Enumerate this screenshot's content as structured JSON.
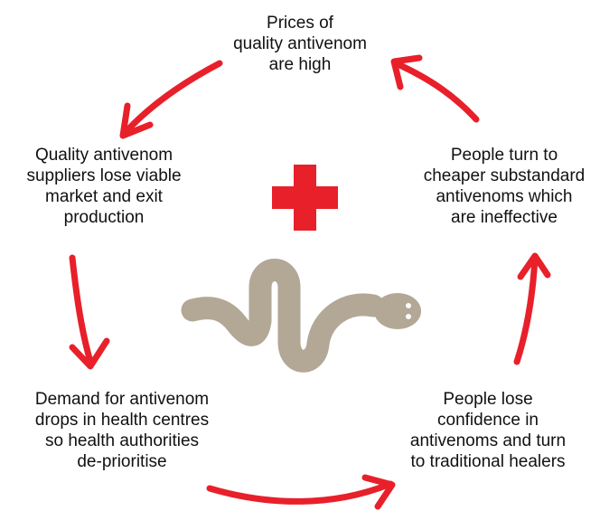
{
  "nodes": {
    "top": "Prices of\nquality antivenom\nare high",
    "left": "Quality antivenom\nsuppliers lose viable\nmarket and exit\nproduction",
    "bottom_left": "Demand for antivenom\ndrops in health centres\nso health authorities\nde-prioritise",
    "bottom_right": "People lose\nconfidence in\nantivenoms and turn\nto traditional healers",
    "right": "People turn to\ncheaper substandard\nantivenoms which\nare ineffective"
  },
  "colors": {
    "arrow": "#e8202a",
    "cross": "#e8202a",
    "snake": "#b3a796",
    "snake_eye": "#ffffff"
  },
  "icons": {
    "center_top": "red-cross-icon",
    "center_bottom": "snake-icon"
  }
}
